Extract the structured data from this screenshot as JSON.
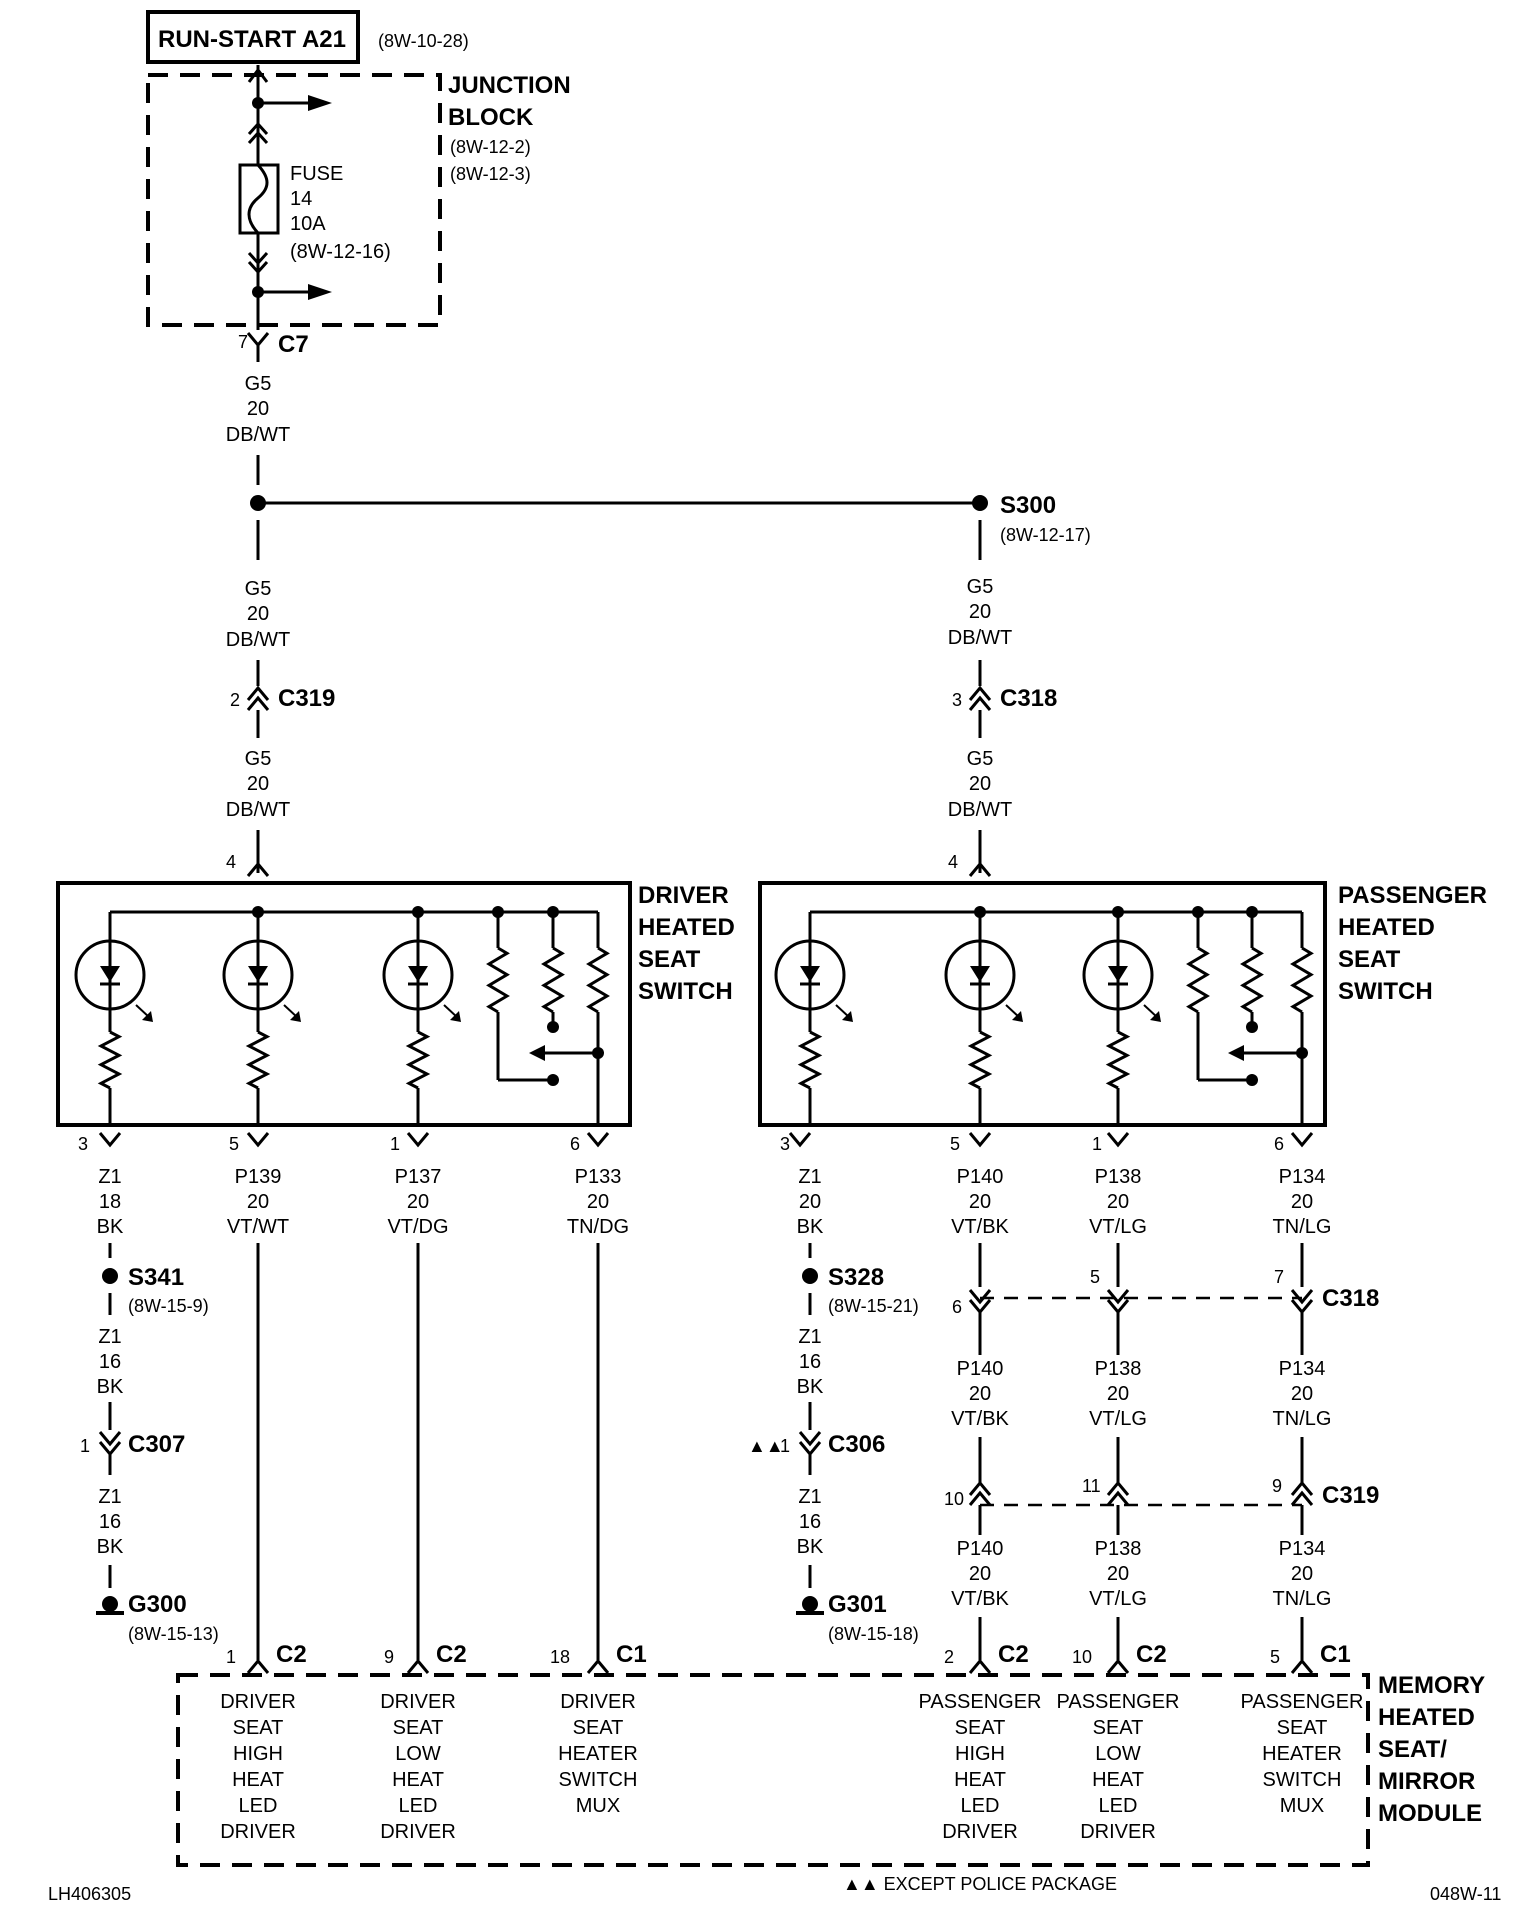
{
  "source": {
    "label": "RUN-START A21",
    "ref": "(8W-10-28)"
  },
  "junction_block": {
    "title": [
      "JUNCTION",
      "BLOCK"
    ],
    "refs": [
      "(8W-12-2)",
      "(8W-12-3)"
    ]
  },
  "fuse": {
    "lines": [
      "FUSE",
      "14",
      "10A",
      "(8W-12-16)"
    ]
  },
  "c7": {
    "pin": "7",
    "name": "C7"
  },
  "wire_g5": [
    "G5",
    "20",
    "DB/WT"
  ],
  "s300": {
    "name": "S300",
    "ref": "(8W-12-17)"
  },
  "c319_left": {
    "pin": "2",
    "name": "C319"
  },
  "c318_right": {
    "pin": "3",
    "name": "C318"
  },
  "driver_switch": {
    "pin_top": "4",
    "title": [
      "DRIVER",
      "HEATED",
      "SEAT",
      "SWITCH"
    ]
  },
  "passenger_switch": {
    "pin_top": "4",
    "title": [
      "PASSENGER",
      "HEATED",
      "SEAT",
      "SWITCH"
    ]
  },
  "driver_outputs": [
    {
      "pin": "3",
      "wire": [
        "Z1",
        "18",
        "BK"
      ]
    },
    {
      "pin": "5",
      "wire": [
        "P139",
        "20",
        "VT/WT"
      ]
    },
    {
      "pin": "1",
      "wire": [
        "P137",
        "20",
        "VT/DG"
      ]
    },
    {
      "pin": "6",
      "wire": [
        "P133",
        "20",
        "TN/DG"
      ]
    }
  ],
  "passenger_outputs": [
    {
      "pin": "3",
      "wire": [
        "Z1",
        "20",
        "BK"
      ]
    },
    {
      "pin": "5",
      "wire": [
        "P140",
        "20",
        "VT/BK"
      ]
    },
    {
      "pin": "1",
      "wire": [
        "P138",
        "20",
        "VT/LG"
      ]
    },
    {
      "pin": "6",
      "wire": [
        "P134",
        "20",
        "TN/LG"
      ]
    }
  ],
  "s341": {
    "name": "S341",
    "ref": "(8W-15-9)"
  },
  "s328": {
    "name": "S328",
    "ref": "(8W-15-21)"
  },
  "z1_16": [
    "Z1",
    "16",
    "BK"
  ],
  "c307": {
    "pin": "1",
    "name": "C307"
  },
  "c306": {
    "marker": "▲▲",
    "pin": "1",
    "name": "C306"
  },
  "g300": {
    "name": "G300",
    "ref": "(8W-15-13)"
  },
  "g301": {
    "name": "G301",
    "ref": "(8W-15-18)"
  },
  "c318_mid": {
    "name": "C318",
    "pins": [
      "6",
      "5",
      "7"
    ]
  },
  "c319_mid": {
    "name": "C319",
    "pins": [
      "10",
      "11",
      "9"
    ]
  },
  "p140": [
    "P140",
    "20",
    "VT/BK"
  ],
  "p138": [
    "P138",
    "20",
    "VT/LG"
  ],
  "p134": [
    "P134",
    "20",
    "TN/LG"
  ],
  "module": {
    "title": [
      "MEMORY",
      "HEATED",
      "SEAT/",
      "MIRROR",
      "MODULE"
    ],
    "inputs": [
      {
        "pin": "1",
        "conn": "C2",
        "lines": [
          "DRIVER",
          "SEAT",
          "HIGH",
          "HEAT",
          "LED",
          "DRIVER"
        ]
      },
      {
        "pin": "9",
        "conn": "C2",
        "lines": [
          "DRIVER",
          "SEAT",
          "LOW",
          "HEAT",
          "LED",
          "DRIVER"
        ]
      },
      {
        "pin": "18",
        "conn": "C1",
        "lines": [
          "DRIVER",
          "SEAT",
          "HEATER",
          "SWITCH",
          "MUX"
        ]
      },
      {
        "pin": "2",
        "conn": "C2",
        "lines": [
          "PASSENGER",
          "SEAT",
          "HIGH",
          "HEAT",
          "LED",
          "DRIVER"
        ]
      },
      {
        "pin": "10",
        "conn": "C2",
        "lines": [
          "PASSENGER",
          "SEAT",
          "LOW",
          "HEAT",
          "LED",
          "DRIVER"
        ]
      },
      {
        "pin": "5",
        "conn": "C1",
        "lines": [
          "PASSENGER",
          "SEAT",
          "HEATER",
          "SWITCH",
          "MUX"
        ]
      }
    ]
  },
  "footer": {
    "left": "LH406305",
    "center": "▲▲ EXCEPT POLICE PACKAGE",
    "right": "048W-11"
  }
}
